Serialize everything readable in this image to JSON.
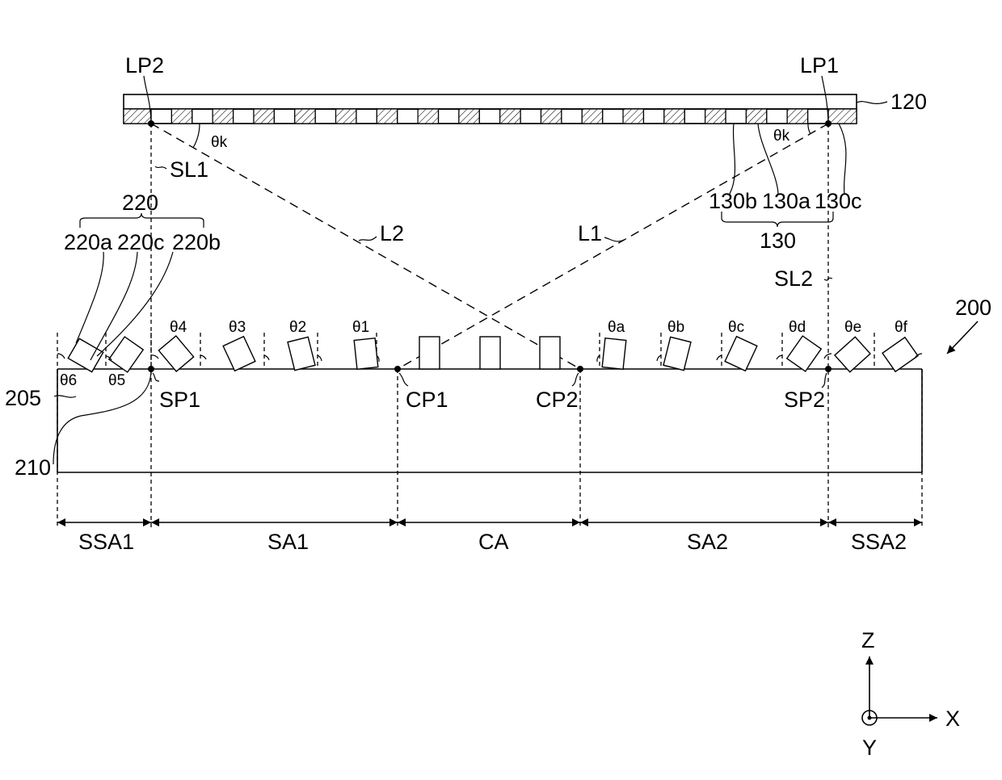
{
  "labels": {
    "lp2": "LP2",
    "lp1": "LP1",
    "ref_120": "120",
    "theta_k_left": "θk",
    "theta_k_right": "θk",
    "sl1": "SL1",
    "sl2": "SL2",
    "ref_220": "220",
    "ref_220a": "220a",
    "ref_220c": "220c",
    "ref_220b": "220b",
    "ref_130b": "130b",
    "ref_130a": "130a",
    "ref_130c": "130c",
    "ref_130": "130",
    "l2": "L2",
    "l1": "L1",
    "ref_200": "200",
    "ref_205": "205",
    "ref_210": "210",
    "sp1": "SP1",
    "sp2": "SP2",
    "cp1": "CP1",
    "cp2": "CP2",
    "theta_6": "θ6",
    "theta_5": "θ5",
    "theta_4": "θ4",
    "theta_3": "θ3",
    "theta_2": "θ2",
    "theta_1": "θ1",
    "theta_a": "θa",
    "theta_b": "θb",
    "theta_c": "θc",
    "theta_d": "θd",
    "theta_e": "θe",
    "theta_f": "θf",
    "ssa1": "SSA1",
    "sa1": "SA1",
    "ca": "CA",
    "sa2": "SA2",
    "ssa2": "SSA2",
    "axis_z": "Z",
    "axis_x": "X",
    "axis_y": "Y"
  }
}
